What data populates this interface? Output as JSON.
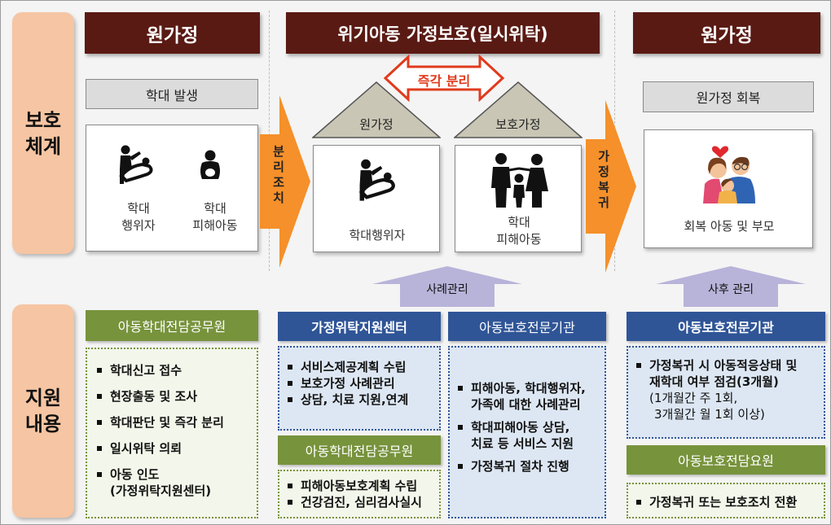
{
  "side": {
    "protection": [
      "보호",
      "체계"
    ],
    "support": [
      "지원",
      "내용"
    ]
  },
  "col1": {
    "header": "원가정",
    "status": "학대 발생",
    "abuser": [
      "학대",
      "행위자"
    ],
    "victim": [
      "학대",
      "피해아동"
    ],
    "officer_label": "아동학대전담공무원",
    "tasks": [
      "학대신고 접수",
      "현장출동 및 조사",
      "학대판단 및 즉각 분리",
      "일시위탁 의뢰",
      "아동 인도"
    ],
    "task_note": "(가정위탁지원센터)"
  },
  "arrow1": [
    "분",
    "리",
    "조",
    "치"
  ],
  "col2": {
    "header": "위기아동 가정보호(일시위탁)",
    "separation": "즉각 분리",
    "house1_roof": "원가정",
    "house1_label": "학대행위자",
    "house2_roof": "보호가정",
    "house2_label": [
      "학대",
      "피해아동"
    ],
    "case_mgmt": "사례관리",
    "center_label": "가정위탁지원센터",
    "center_tasks": [
      "서비스제공계획 수립",
      "보호가정 사례관리",
      "상담, 치료 지원,연계"
    ],
    "officer_label": "아동학대전담공무원",
    "officer_tasks": [
      "피해아동보호계획 수립",
      "건강검진, 심리검사실시"
    ],
    "agency_label": "아동보호전문기관",
    "agency_tasks": [
      [
        "피해아동, 학대행위자,",
        "가족에 대한 사례관리"
      ],
      [
        "학대피해아동 상담,",
        "치료 등 서비스 지원"
      ],
      [
        "가정복귀 절차 진행"
      ]
    ]
  },
  "arrow2": [
    "가",
    "정",
    "복",
    "귀"
  ],
  "col3": {
    "header": "원가정",
    "status": "원가정 회복",
    "recovery_label": "회복 아동 및 부모",
    "after_care": "사후 관리",
    "agency_label": "아동보호전문기관",
    "agency_task": [
      "가정복귀 시 아동적응상태 및",
      "재학대 여부 점검(3개월)"
    ],
    "agency_note": [
      "(1개월간 주 1회,",
      "3개월간 월 1회 이상)"
    ],
    "officer_label": "아동보호전담요원",
    "officer_task": "가정복귀 또는 보호조치 전환"
  },
  "colors": {
    "header": "#5a1a14",
    "side": "#f6c5a3",
    "green": "#77933c",
    "blue": "#2f5597",
    "orange_arrow": "#f5902b",
    "separation_red": "#e03b1c",
    "roof": "#c9c6b5",
    "lavender": "#b8b3d9"
  },
  "icons": [
    "abuser-icon",
    "victim-child-icon",
    "family-icon",
    "recovered-family-icon",
    "heart-icon"
  ]
}
